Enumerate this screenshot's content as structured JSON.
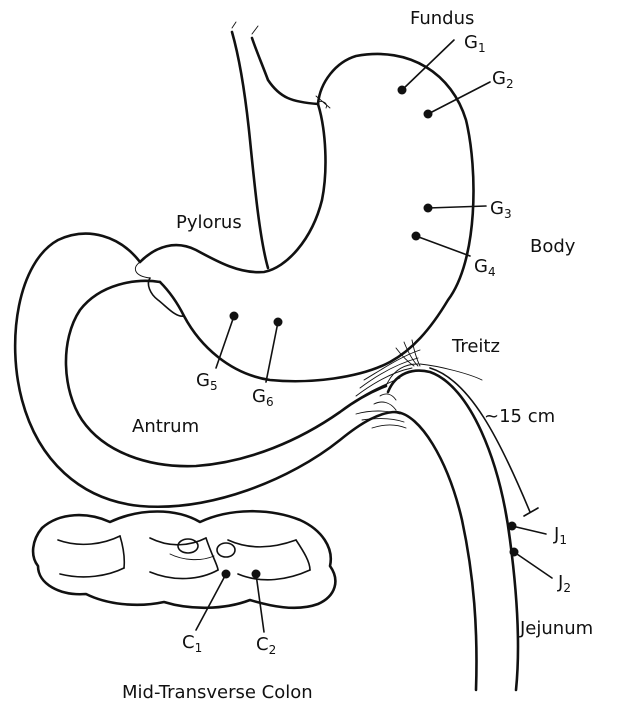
{
  "labels": {
    "fundus": "Fundus",
    "body": "Body",
    "pylorus": "Pylorus",
    "antrum": "Antrum",
    "treitz": "Treitz",
    "distance": "~15 cm",
    "jejunum": "Jejunum",
    "colon": "Mid-Transverse Colon"
  },
  "sites": {
    "g1": {
      "letter": "G",
      "sub": "1"
    },
    "g2": {
      "letter": "G",
      "sub": "2"
    },
    "g3": {
      "letter": "G",
      "sub": "3"
    },
    "g4": {
      "letter": "G",
      "sub": "4"
    },
    "g5": {
      "letter": "G",
      "sub": "5"
    },
    "g6": {
      "letter": "G",
      "sub": "6"
    },
    "j1": {
      "letter": "J",
      "sub": "1"
    },
    "j2": {
      "letter": "J",
      "sub": "2"
    },
    "c1": {
      "letter": "C",
      "sub": "1"
    },
    "c2": {
      "letter": "C",
      "sub": "2"
    }
  }
}
